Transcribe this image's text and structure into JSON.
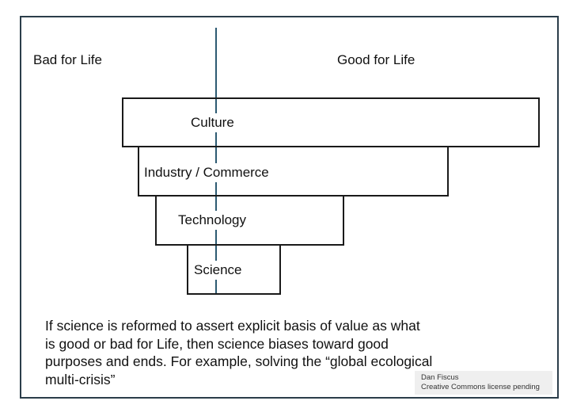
{
  "axis": {
    "left_label": "Bad for Life",
    "right_label": "Good for Life"
  },
  "layers": [
    {
      "label": "Culture"
    },
    {
      "label": "Industry / Commerce"
    },
    {
      "label": "Technology"
    },
    {
      "label": "Science"
    }
  ],
  "caption": "If science is reformed to assert explicit basis of value as what is good or bad for Life, then science biases toward good purposes and ends. For example, solving the “global ecological multi-crisis”",
  "credit": {
    "author": "Dan Fiscus",
    "license": "Creative Commons license pending"
  }
}
